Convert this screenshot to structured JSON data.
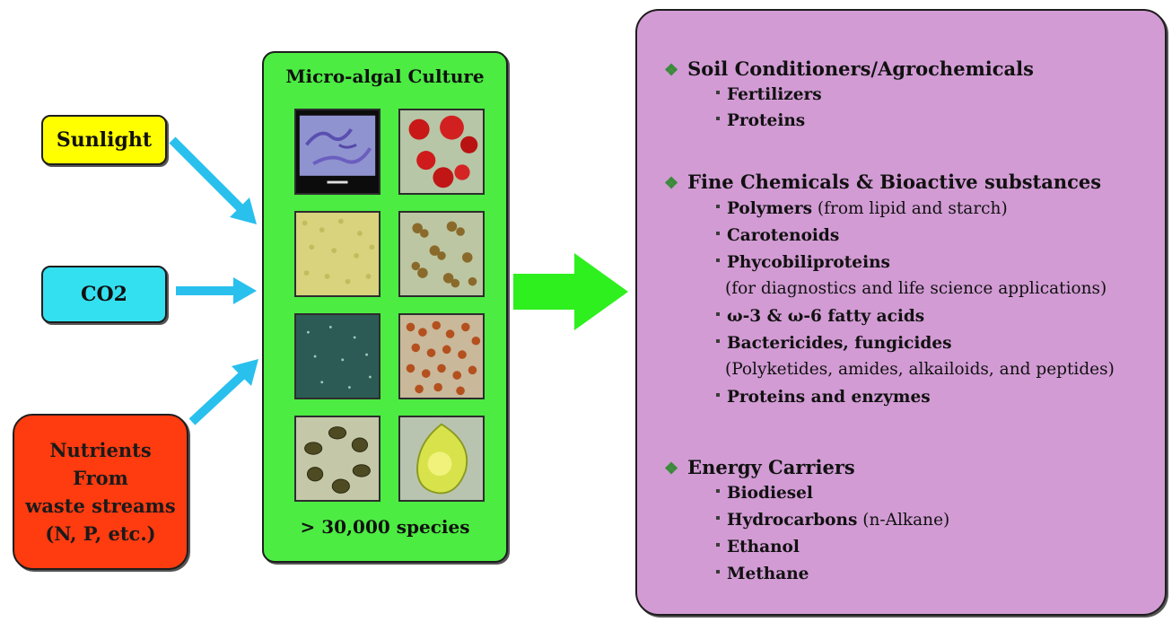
{
  "inputs": {
    "sunlight": "Sunlight",
    "co2": "CO2",
    "nutrients_lines": [
      "Nutrients",
      "From",
      "waste streams",
      "(N, P, etc.)"
    ]
  },
  "culture": {
    "title": "Micro-algal Culture",
    "footer": "> 30,000 species"
  },
  "colors": {
    "sunlight_box": "#ffff00",
    "co2_box": "#33e0f0",
    "nutrients_box": "#ff3b10",
    "culture_panel": "#4cec42",
    "output_panel": "#d29bd4",
    "input_arrows": "#29c0ee",
    "output_arrow": "#2ef01e"
  },
  "outputs": {
    "sections": [
      {
        "heading": "Soil Conditioners/Agrochemicals",
        "items": [
          {
            "bold": "Fertilizers",
            "rest": ""
          },
          {
            "bold": "Proteins",
            "rest": ""
          }
        ]
      },
      {
        "heading": "Fine Chemicals & Bioactive substances",
        "items": [
          {
            "bold": "Polymers",
            "rest": " (from lipid and starch)"
          },
          {
            "bold": "Carotenoids",
            "rest": ""
          },
          {
            "bold": "Phycobiliproteins",
            "rest": "",
            "note": "(for diagnostics and life science applications)"
          },
          {
            "bold": "ω-3 & ω-6 fatty acids",
            "rest": ""
          },
          {
            "bold": "Bactericides, fungicides",
            "rest": "",
            "note": "(Polyketides, amides, alkailoids, and peptides)"
          },
          {
            "bold": "Proteins and enzymes",
            "rest": ""
          }
        ]
      },
      {
        "heading": "Energy Carriers",
        "items": [
          {
            "bold": "Biodiesel",
            "rest": ""
          },
          {
            "bold": "Hydrocarbons",
            "rest": " (n-Alkane)"
          },
          {
            "bold": "Ethanol",
            "rest": ""
          },
          {
            "bold": "Methane",
            "rest": ""
          }
        ]
      }
    ]
  }
}
